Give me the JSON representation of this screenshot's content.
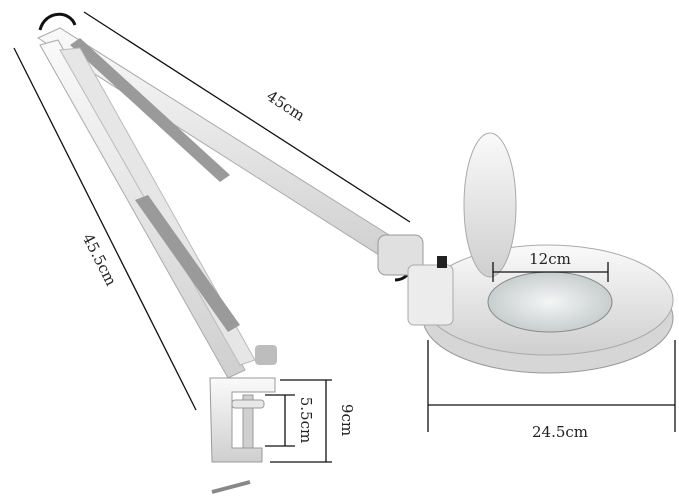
{
  "dimensions": {
    "arm_upper": "45cm",
    "arm_lower": "45.5cm",
    "lens_diameter": "12cm",
    "clamp_opening": "5.5cm",
    "clamp_height": "9cm",
    "base_diameter": "24.5cm"
  },
  "colors": {
    "body": "#eeeeee",
    "shadow": "#c9c9c9",
    "line": "#111111",
    "lens": "#dfe3e3"
  }
}
